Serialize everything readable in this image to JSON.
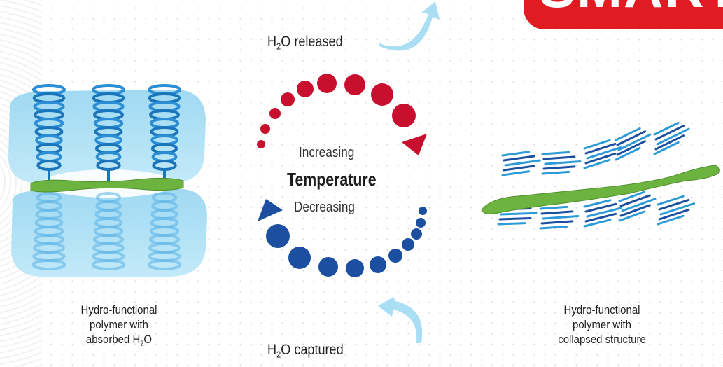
{
  "badge": {
    "text": "SMART"
  },
  "flow": {
    "released": {
      "prefix": "H",
      "sub": "2",
      "suffix": "O released"
    },
    "captured": {
      "prefix": "H",
      "sub": "2",
      "suffix": "O captured"
    }
  },
  "cycle": {
    "increasing": "Increasing",
    "temperature": "Temperature",
    "decreasing": "Decreasing",
    "hot_color": "#c8102e",
    "cold_color": "#1c4fa0"
  },
  "left_caption": {
    "line1": "Hydro-functional",
    "line2": "polymer with",
    "line3_prefix": "absorbed H",
    "line3_sub": "2",
    "line3_suffix": "O"
  },
  "right_caption": {
    "line1": "Hydro-functional",
    "line2": "polymer with",
    "line3": "collapsed structure"
  },
  "colors": {
    "polymer_green": "#6db33f",
    "water_blue": "#9ad8f2",
    "coil_blue": "#1a75bb",
    "arrow_blue": "#a9def5"
  }
}
